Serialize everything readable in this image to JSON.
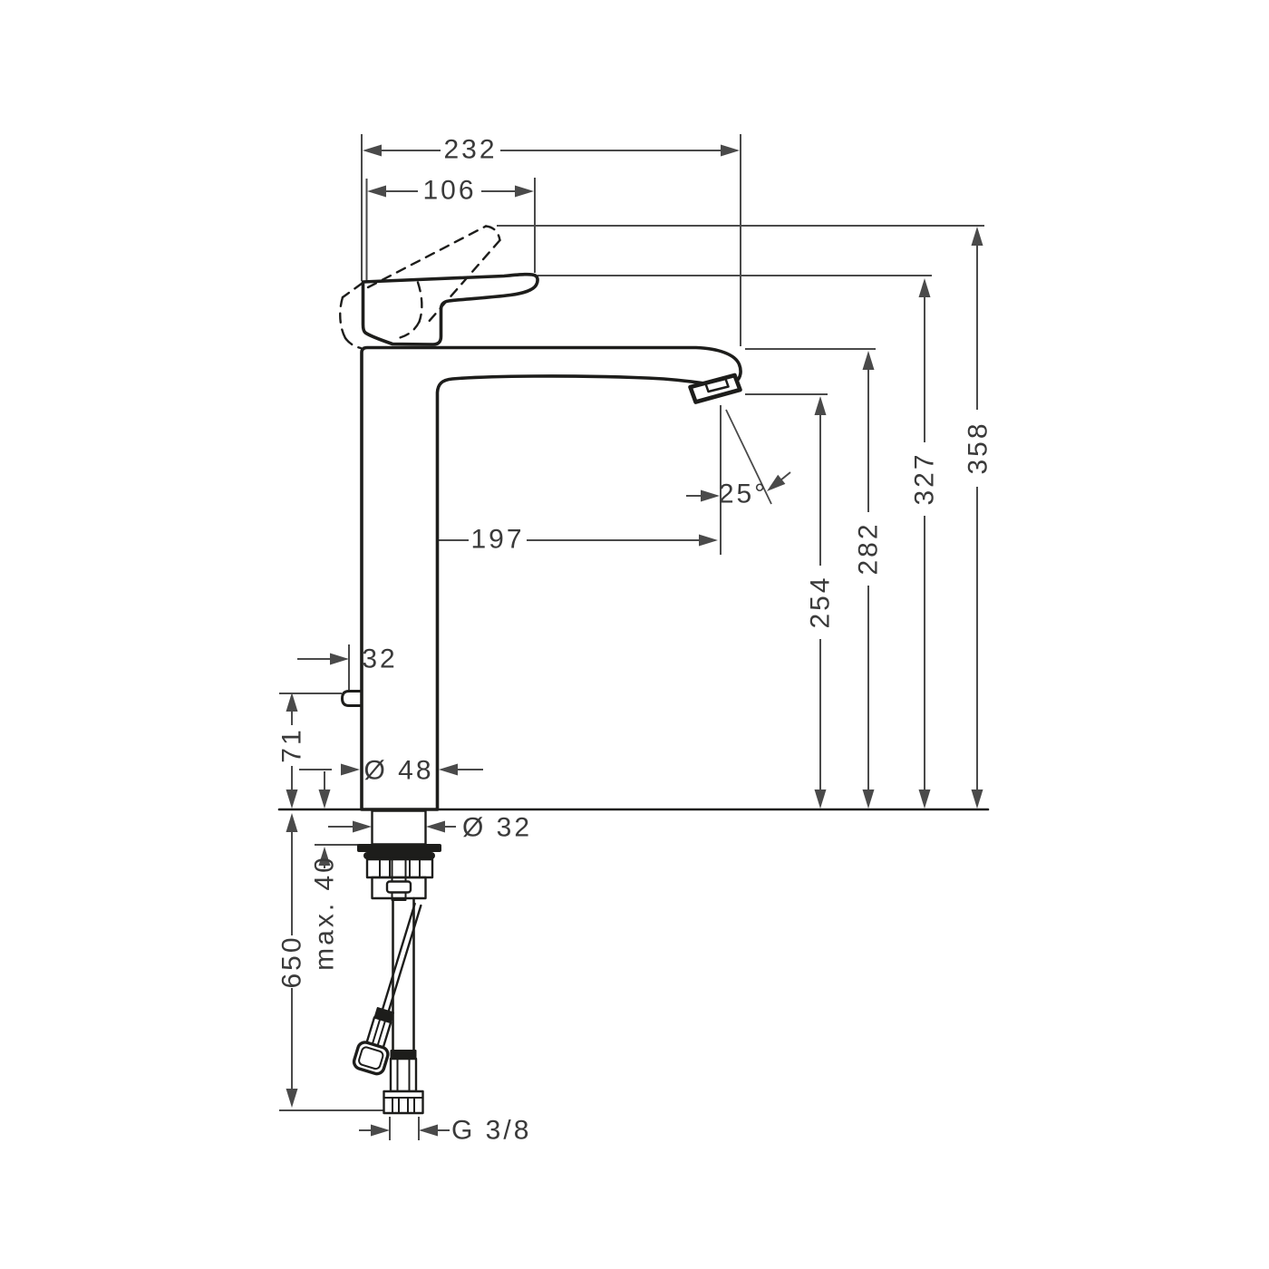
{
  "colors": {
    "background": "#ffffff",
    "outline_ink": "#1d1d1b",
    "dimension_lines": "#4a4a4a",
    "label_text": "#3a3a3a",
    "css_vars": "--bg:#ffffff; --ink:#1d1d1b; --dim:#4a4a4a; --txt:#3a3a3a"
  },
  "drawing": {
    "kind": "technical dimension drawing",
    "units": "mm"
  },
  "dimension_labels": {
    "overall_projection": "232",
    "handle_projection": "106",
    "overall_height": "358",
    "handle_height": "327",
    "body_height": "282",
    "outlet_height": "254",
    "outlet_projection": "197",
    "outlet_angle": "25°",
    "rod_offset": "32",
    "rod_height": "71",
    "base_diameter": "Ø 48",
    "shank_diameter": "Ø 32",
    "max_counter_thickness": "max. 40",
    "hose_length": "650",
    "connection_size": "G 3/8"
  }
}
